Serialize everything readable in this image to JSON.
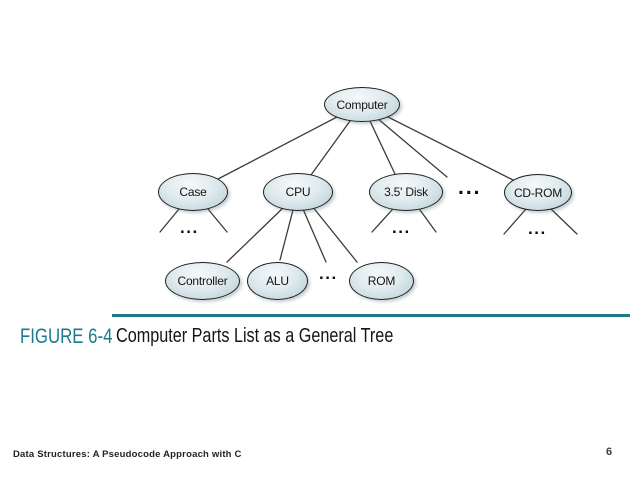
{
  "figure": {
    "label": "FIGURE 6-4",
    "title": "Computer Parts List as a General Tree"
  },
  "footer": {
    "text": "Data Structures: A Pseudocode Approach with C",
    "page": "6"
  },
  "colors": {
    "teal": "#1e798b",
    "line": "#3c3c3c",
    "text": "#141414",
    "node_light": "#f5f9fa",
    "node_mid": "#e0ebee",
    "node_dark": "#b4ccd3"
  },
  "tree": {
    "root": {
      "label": "Computer"
    },
    "children": [
      {
        "label": "Case"
      },
      {
        "label": "CPU"
      },
      {
        "label": "3.5' Disk"
      },
      {
        "label": "..."
      },
      {
        "label": "CD-ROM"
      }
    ],
    "cpu_children": [
      {
        "label": "Controller"
      },
      {
        "label": "ALU"
      },
      {
        "label": "..."
      },
      {
        "label": "ROM"
      }
    ],
    "ellipsis": "..."
  }
}
